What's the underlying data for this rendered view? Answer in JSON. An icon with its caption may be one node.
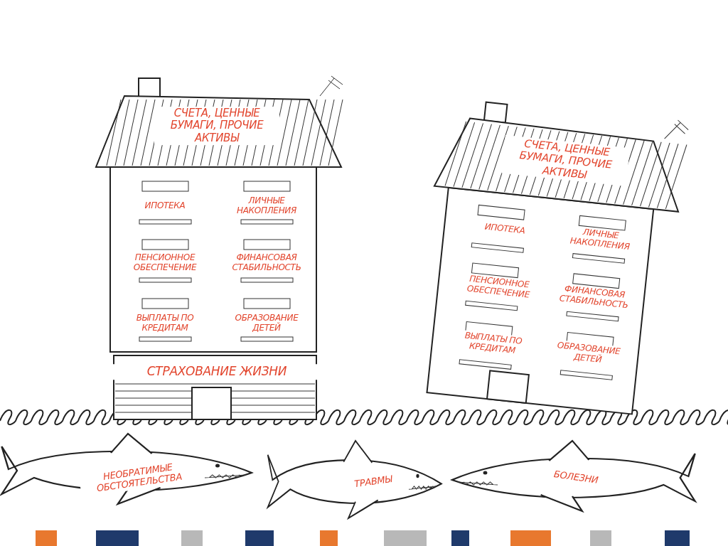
{
  "diagram": {
    "nodes": [
      {
        "text": [
          "СЧЕТА, ЦЕННЫЕ БУМАГИ, ПРОЧИЕ АКТИВЫ",
          "ИПОТЕКА",
          "ЛИЧНЫЕ НАКОПЛЕНИЯ",
          "ПЕНСИОННОЕ ОБЕСПЕЧЕНИЕ",
          "ФИНАНСОВАЯ СТАБИЛЬНОСТЬ",
          "ВЫПЛАТЫ ПО КРЕДИТАМ",
          "ОБРАЗОВАНИЕ ДЕТЕЙ",
          "СТРАХОВАНИЕ ЖИЗНИ"
        ]
      },
      {
        "text": [
          "СЧЕТА, ЦЕННЫЕ БУМАГИ, ПРОЧИЕ АКТИВЫ",
          "ИПОТЕКА",
          "ЛИЧНЫЕ НАКОПЛЕНИЯ",
          "ПЕНСИОННОЕ ОБЕСПЕЧЕНИЕ",
          "ФИНАНСОВАЯ СТАБИЛЬНОСТЬ",
          "ВЫПЛАТЫ ПО КРЕДИТАМ",
          "ОБРАЗОВАНИЕ ДЕТЕЙ"
        ]
      },
      {
        "text": [
          "НЕОБРАТИМЫЕ ОБСТОЯТЕЛЬСТВА"
        ]
      },
      {
        "text": [
          "ТРАВМЫ"
        ]
      },
      {
        "text": [
          "БОЛЕЗНИ"
        ]
      }
    ]
  }
}
